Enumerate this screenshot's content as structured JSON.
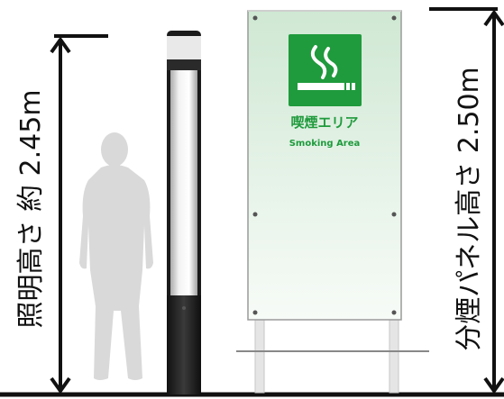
{
  "labels": {
    "lighting_height": "照明高さ 約 2.45m",
    "panel_height": "分煙パネル高さ 2.50m"
  },
  "sign": {
    "title_jp": "喫煙エリア",
    "title_en": "Smoking Area",
    "icon": "smoking-cigarette-icon"
  },
  "colors": {
    "sign_green": "#1f9a3c",
    "panel_tint": "#d7ecd9",
    "pole_dark": "#202020",
    "silhouette": "#d9d9d9"
  }
}
